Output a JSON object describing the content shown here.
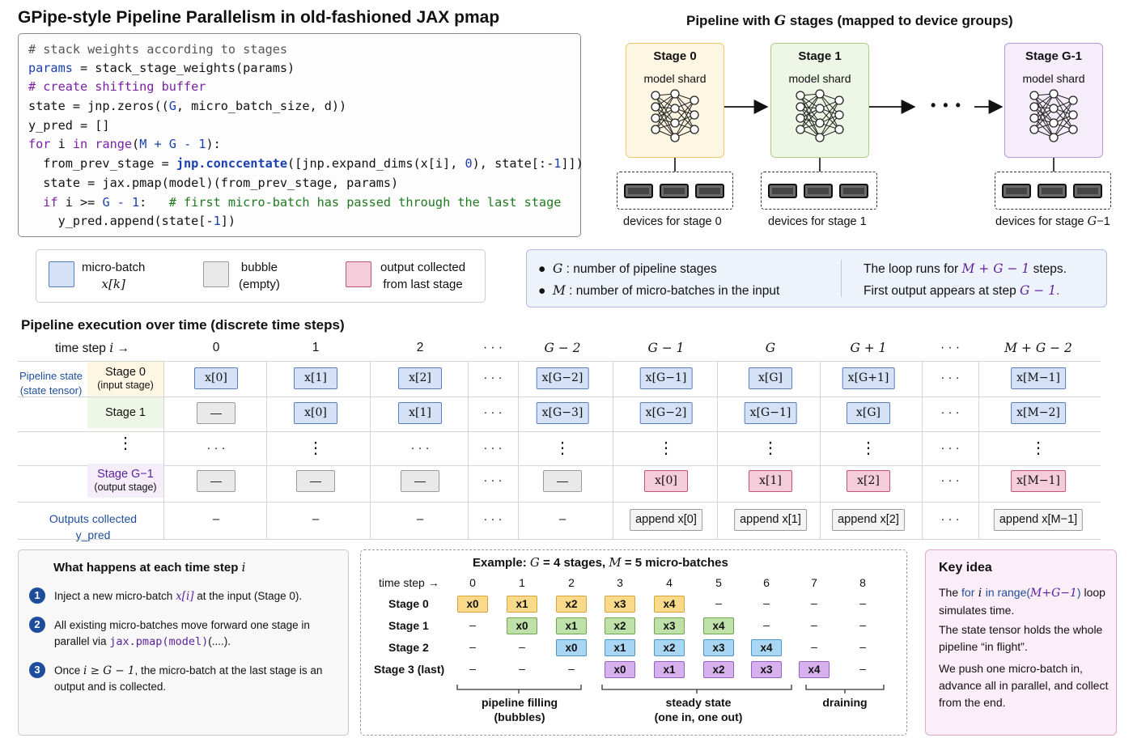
{
  "title": "GPipe-style Pipeline Parallelism in old-fashioned JAX pmap",
  "code": {
    "l1": "# stack weights according to stages",
    "l2a": "params",
    "l2b": " = stack_stage_weights(params)",
    "l3": "# create shifting buffer",
    "l4a": "state = jnp.zeros((",
    "l4b": "G",
    "l4c": ", micro_batch_size, d))",
    "l5": "y_pred = []",
    "l6a": "for",
    "l6b": " i ",
    "l6c": "in",
    "l6d": " ",
    "l6e": "range",
    "l6f": "(",
    "l6g": "M + G - 1",
    "l6h": "):",
    "l7a": "  from_prev_stage = ",
    "l7b": "jnp.conccentate",
    "l7c": "([jnp.expand_dims(x[i], ",
    "l7d": "0",
    "l7e": "), state[:-",
    "l7f": "1",
    "l7g": "]])",
    "l8": "  state = jax.pmap(model)(from_prev_stage, params)",
    "l9a": "  if",
    "l9b": " i >= ",
    "l9c": "G - 1",
    "l9d": ":   ",
    "l9e": "# first micro-batch has passed through the last stage",
    "l10a": "    y_pred.append(state[-",
    "l10b": "1",
    "l10c": "])"
  },
  "pipeline": {
    "title_a": "Pipeline with ",
    "title_var": "G",
    "title_b": " stages (mapped to device groups)",
    "stages": [
      {
        "name": "Stage 0",
        "sub": "model shard",
        "devices": "devices for stage 0",
        "color": "#fdf6e3",
        "border": "#f0c96b"
      },
      {
        "name": "Stage 1",
        "sub": "model shard",
        "devices": "devices for stage 1",
        "color": "#eef6e6",
        "border": "#a8cf8a"
      },
      {
        "name": "Stage G-1",
        "sub": "model shard",
        "devices_a": "devices for stage ",
        "devices_var": "G",
        "devices_b": "−1",
        "color": "#f5eefa",
        "border": "#bd95d8"
      }
    ],
    "ellipsis": "• • •"
  },
  "legend": {
    "items": [
      {
        "l1": "micro-batch",
        "l2": "x[k]",
        "color": "#d4e1f6",
        "border": "#5a7cbf"
      },
      {
        "l1": "bubble",
        "l2": "(empty)",
        "color": "#e9e9e9",
        "border": "#9a9a9a"
      },
      {
        "l1": "output collected",
        "l2": "from last stage",
        "color": "#f5ccd9",
        "border": "#c2547b"
      }
    ]
  },
  "definitions": {
    "g_var": "G",
    "g_text": " : number of pipeline stages",
    "m_var": "M",
    "m_text": " : number of micro-batches in the input",
    "loop_a": "The loop runs for ",
    "loop_var": "M + G − 1",
    "loop_b": " steps.",
    "first_a": "First output appears at step ",
    "first_var": "G − 1",
    "first_b": "."
  },
  "execution": {
    "title": "Pipeline execution over time (discrete time steps)",
    "time_label_a": "time step ",
    "time_label_var": "i",
    "time_label_arrow": " →",
    "headers": [
      "0",
      "1",
      "2",
      "· · ·",
      "G − 2",
      "G − 1",
      "G",
      "G + 1",
      "· · ·",
      "M + G − 2"
    ],
    "state_label": "Pipeline state\n(state tensor)",
    "row_labels": {
      "s0a": "Stage 0",
      "s0b": "(input stage)",
      "s1": "Stage 1",
      "sdots": "⋮",
      "sla": "Stage G−1",
      "slb": "(output stage)",
      "outa": "Outputs collected",
      "outb": "y_pred"
    },
    "row0": [
      "x[0]",
      "x[1]",
      "x[2]",
      "· · ·",
      "x[G−2]",
      "x[G−1]",
      "x[G]",
      "x[G+1]",
      "· · ·",
      "x[M−1]"
    ],
    "row1": [
      "—",
      "x[0]",
      "x[1]",
      "· · ·",
      "x[G−3]",
      "x[G−2]",
      "x[G−1]",
      "x[G]",
      "· · ·",
      "x[M−2]"
    ],
    "row2": [
      "· · ·",
      "⋮",
      "· · ·",
      "· · ·",
      "⋮",
      "⋮",
      "⋮",
      "⋮",
      "· · ·",
      "⋮"
    ],
    "row3": [
      "—",
      "—",
      "—",
      "· · ·",
      "—",
      "x[0]",
      "x[1]",
      "x[2]",
      "· · ·",
      "x[M−1]"
    ],
    "row4": [
      "–",
      "–",
      "–",
      "· · ·",
      "–",
      "append x[0]",
      "append x[1]",
      "append x[2]",
      "· · ·",
      "append x[M−1]"
    ]
  },
  "steps": {
    "title_a": "What happens at each time step ",
    "title_var": "i",
    "items": [
      {
        "num": "1",
        "a": "Inject a new micro-batch ",
        "var": "x[i]",
        "b": " at the input (Stage 0)."
      },
      {
        "num": "2",
        "a": "All existing micro-batches move forward one stage in parallel via ",
        "code": "jax.pmap(model)",
        "b": "(....)."
      },
      {
        "num": "3",
        "a": "Once ",
        "var": "i ≥ G − 1",
        "b": ", the micro-batch at the last stage is an output and is collected."
      }
    ]
  },
  "example": {
    "title_a": "Example: ",
    "title_var1": "G",
    "title_b": " = 4 stages, ",
    "title_var2": "M",
    "title_c": " = 5 micro-batches",
    "time_label": "time step →",
    "headers": [
      "0",
      "1",
      "2",
      "3",
      "4",
      "5",
      "6",
      "7",
      "8"
    ],
    "rows": [
      {
        "label": "Stage 0",
        "cells": [
          "x0",
          "x1",
          "x2",
          "x3",
          "x4",
          "–",
          "–",
          "–",
          "–"
        ],
        "fill": "#f9d98a",
        "border": "#d9a23a"
      },
      {
        "label": "Stage 1",
        "cells": [
          "–",
          "x0",
          "x1",
          "x2",
          "x3",
          "x4",
          "–",
          "–",
          "–"
        ],
        "fill": "#bfe0a8",
        "border": "#6fa64d"
      },
      {
        "label": "Stage 2",
        "cells": [
          "–",
          "–",
          "x0",
          "x1",
          "x2",
          "x3",
          "x4",
          "–",
          "–"
        ],
        "fill": "#a9d6f2",
        "border": "#4a98c8"
      },
      {
        "label": "Stage 3 (last)",
        "cells": [
          "–",
          "–",
          "–",
          "x0",
          "x1",
          "x2",
          "x3",
          "x4",
          "–"
        ],
        "fill": "#d7b1ee",
        "border": "#9a5fc4"
      }
    ],
    "phases": [
      {
        "a": "pipeline filling",
        "b": "(bubbles)"
      },
      {
        "a": "steady state",
        "b": "(one in, one out)"
      },
      {
        "a": "draining",
        "b": ""
      }
    ]
  },
  "key": {
    "title": "Key idea",
    "p1a": "The ",
    "p1code": "for",
    "p1var": " i ",
    "p1in": "in",
    "p1range": " range(",
    "p1expr": "M+G−1",
    "p1close": ")",
    "p1b": " loop simulates time.",
    "p2": "The state tensor holds the whole pipeline “in flight”.",
    "p3": "We push one micro-batch in, advance all in parallel, and collect from the end."
  }
}
